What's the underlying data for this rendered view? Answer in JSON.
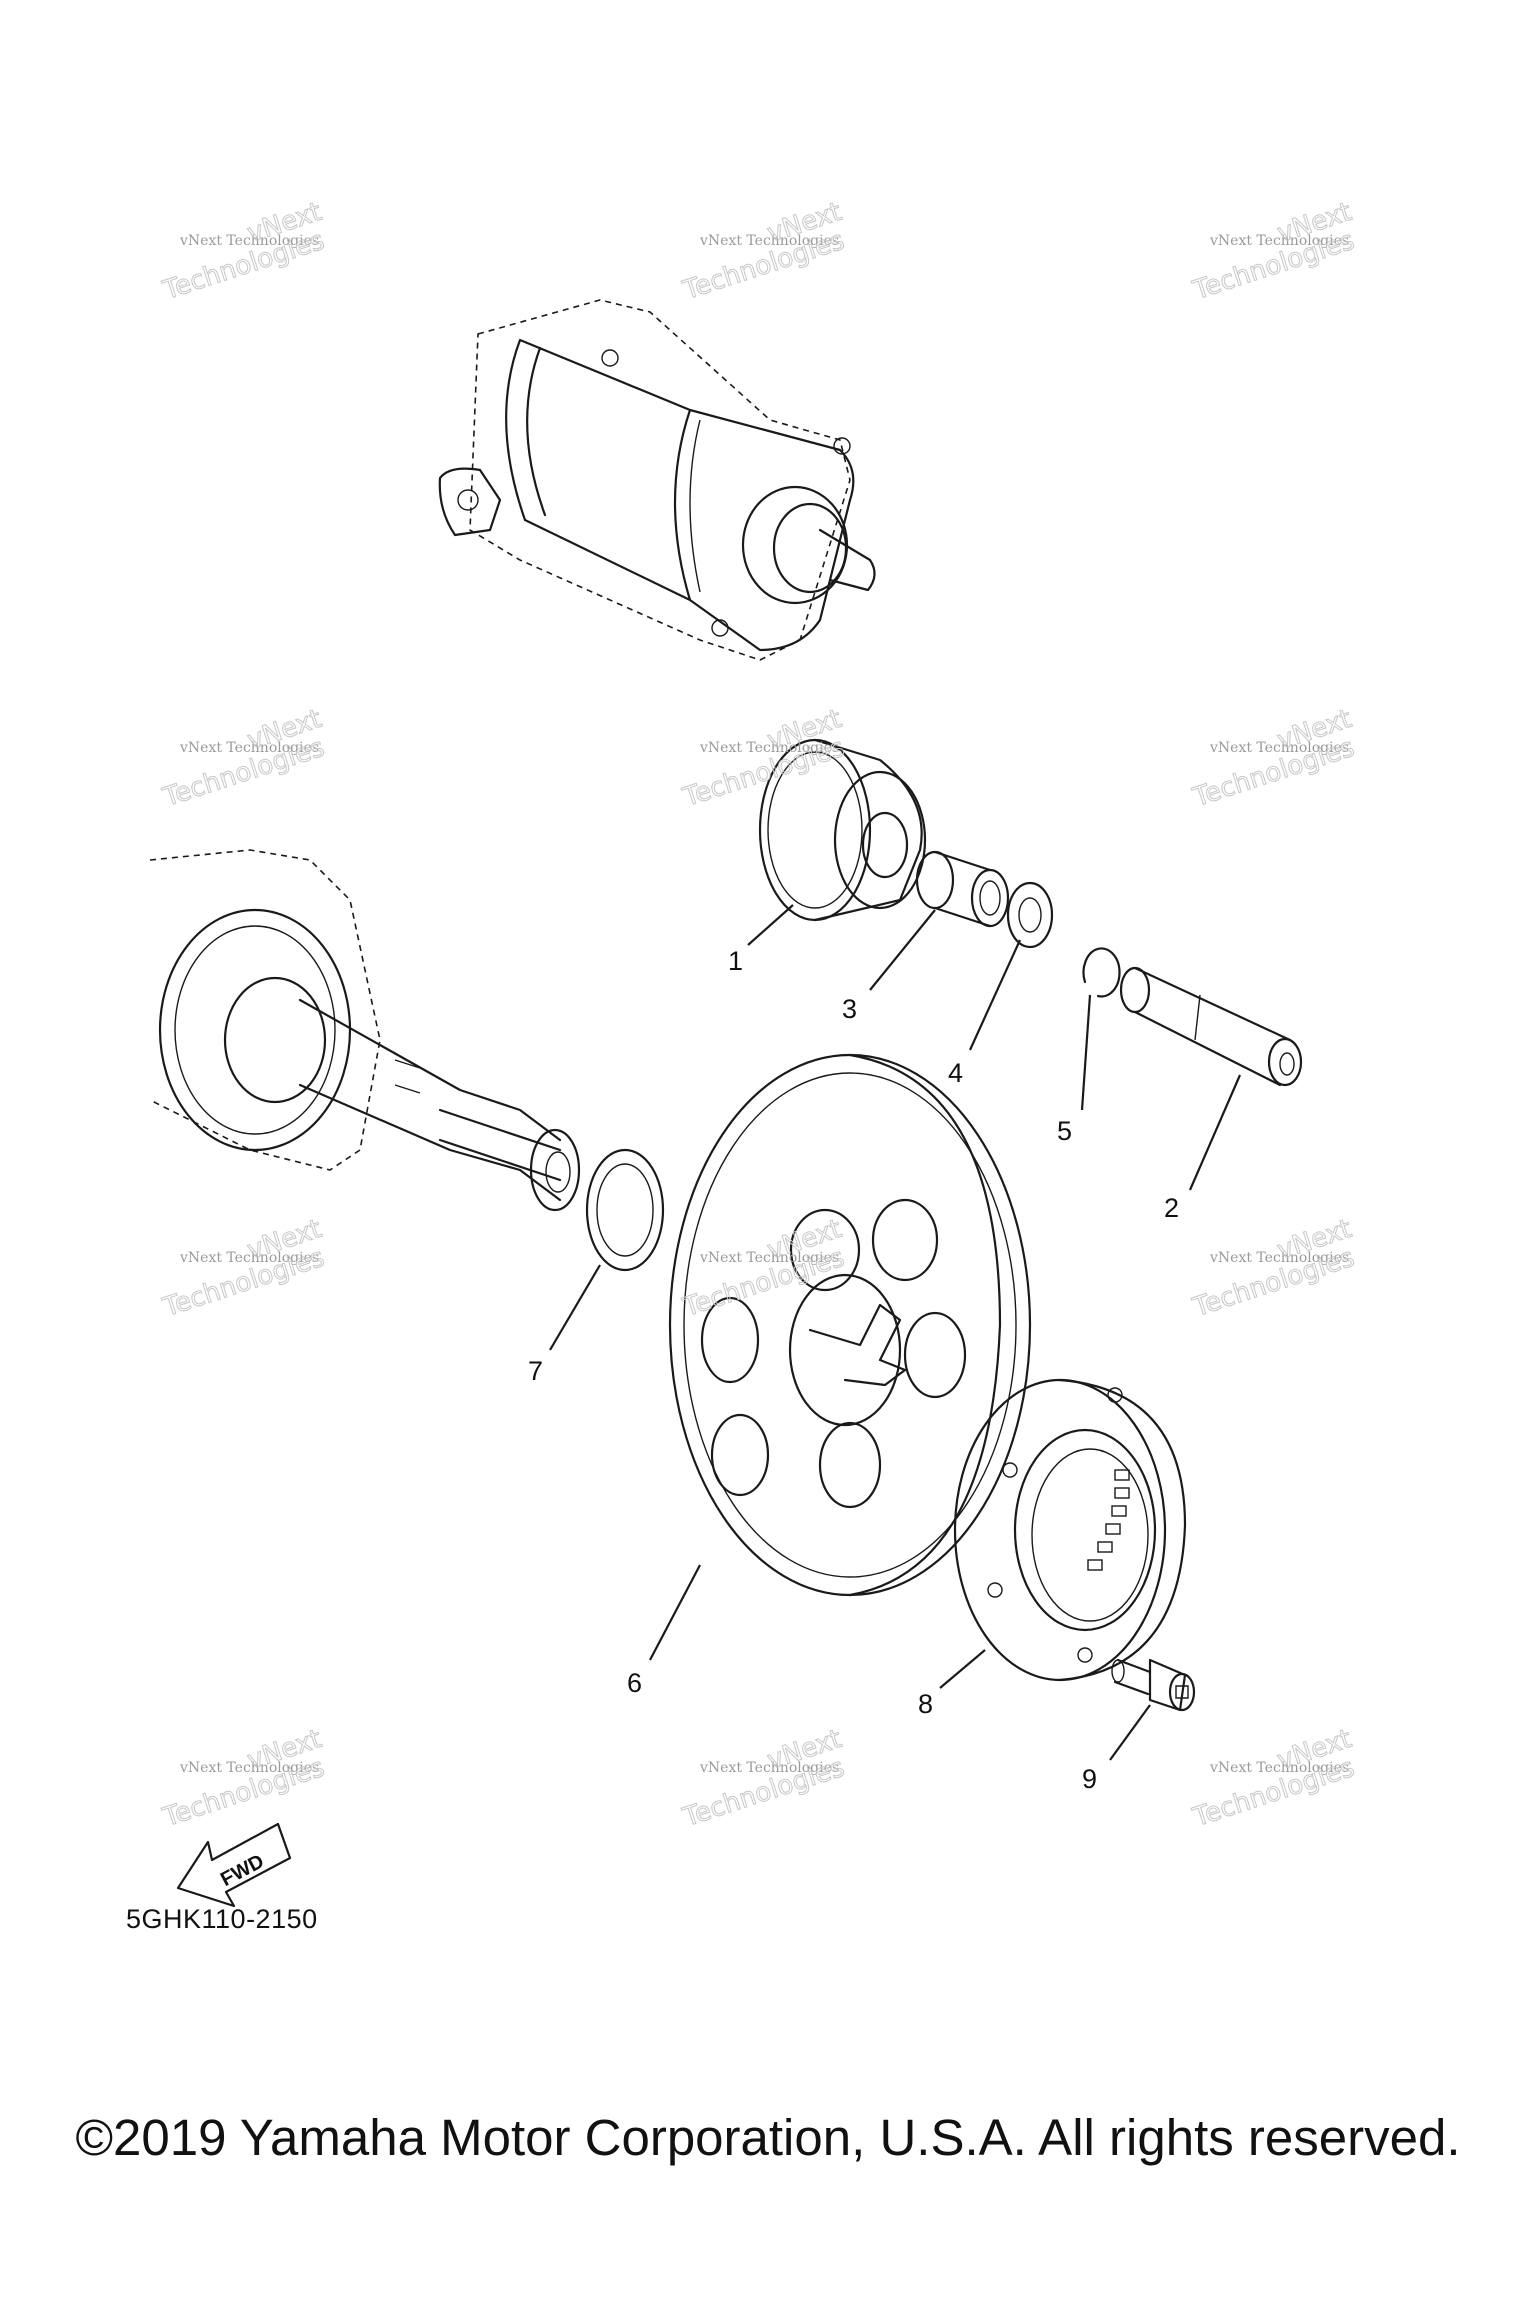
{
  "diagram_code": "5GHK110-2150",
  "copyright": "©2019 Yamaha Motor Corporation, U.S.A. All rights reserved.",
  "fwd_label": "FWD",
  "watermark": {
    "line1": "vNext Technologies",
    "line2": "Technologies",
    "word": "vNext"
  },
  "callouts": [
    "1",
    "2",
    "3",
    "4",
    "5",
    "6",
    "7",
    "8",
    "9"
  ]
}
